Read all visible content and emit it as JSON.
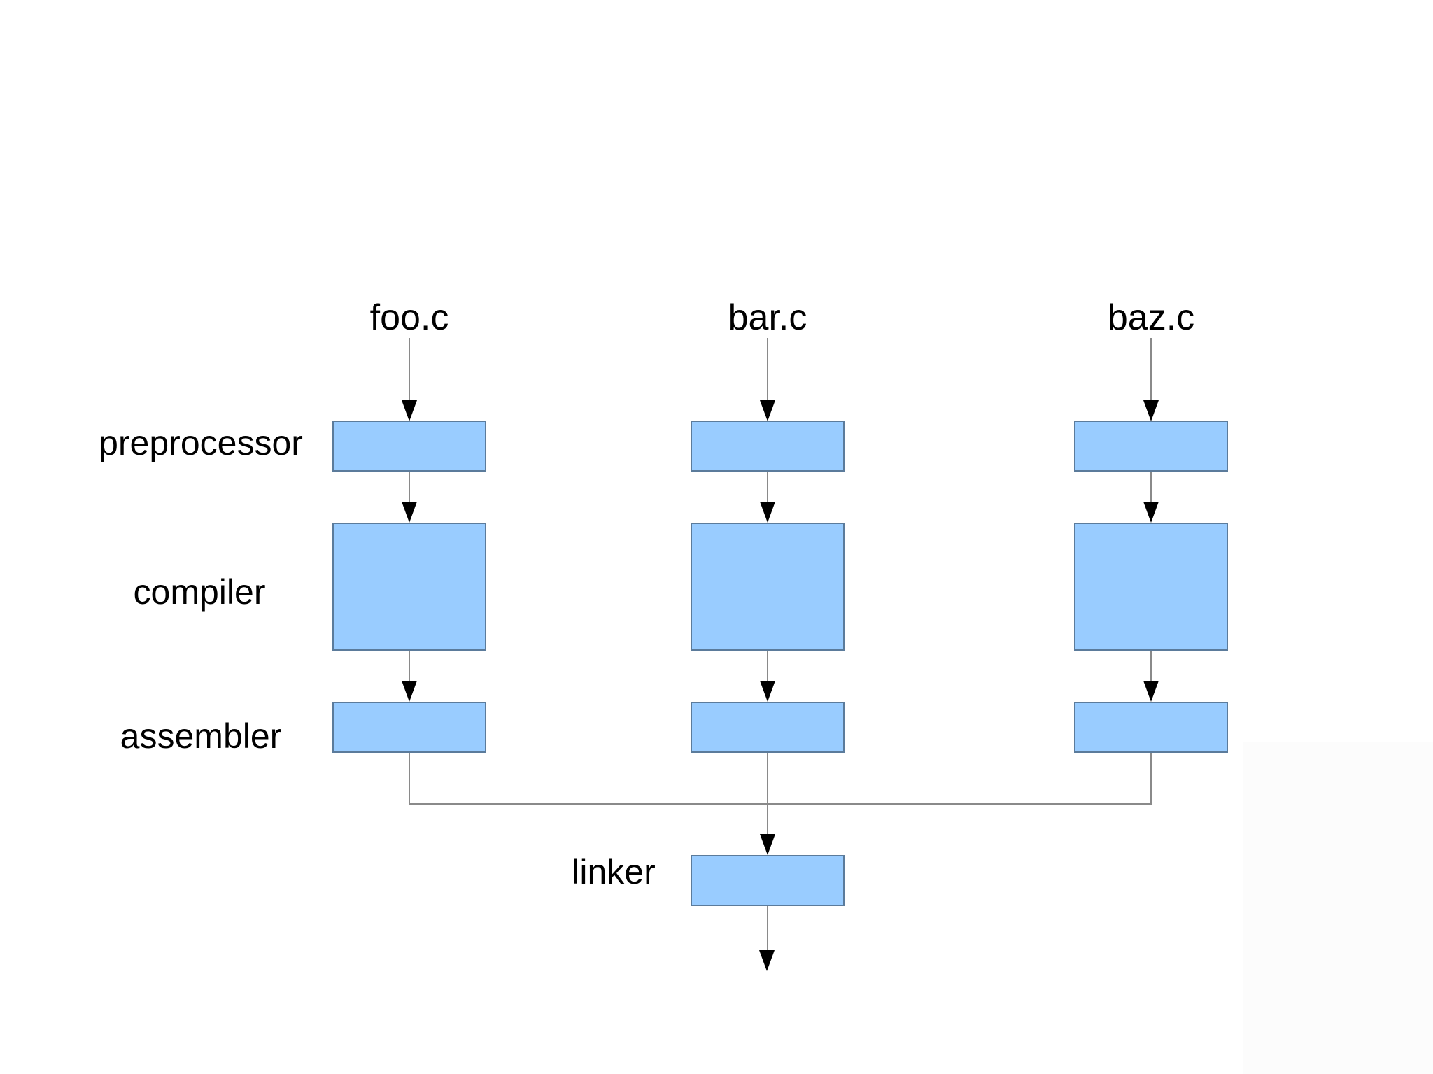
{
  "files": [
    {
      "label": "foo.c"
    },
    {
      "label": "bar.c"
    },
    {
      "label": "baz.c"
    }
  ],
  "stages": [
    {
      "label": "preprocessor"
    },
    {
      "label": "compiler"
    },
    {
      "label": "assembler"
    },
    {
      "label": "linker"
    }
  ],
  "colors": {
    "background": "#ffffff",
    "box_fill": "#99ccff",
    "box_border": "#5b7b9b",
    "connector_line": "#8a8a8a",
    "arrowhead": "#000000",
    "text": "#000000",
    "corner_shade": "#fcfcfc"
  }
}
